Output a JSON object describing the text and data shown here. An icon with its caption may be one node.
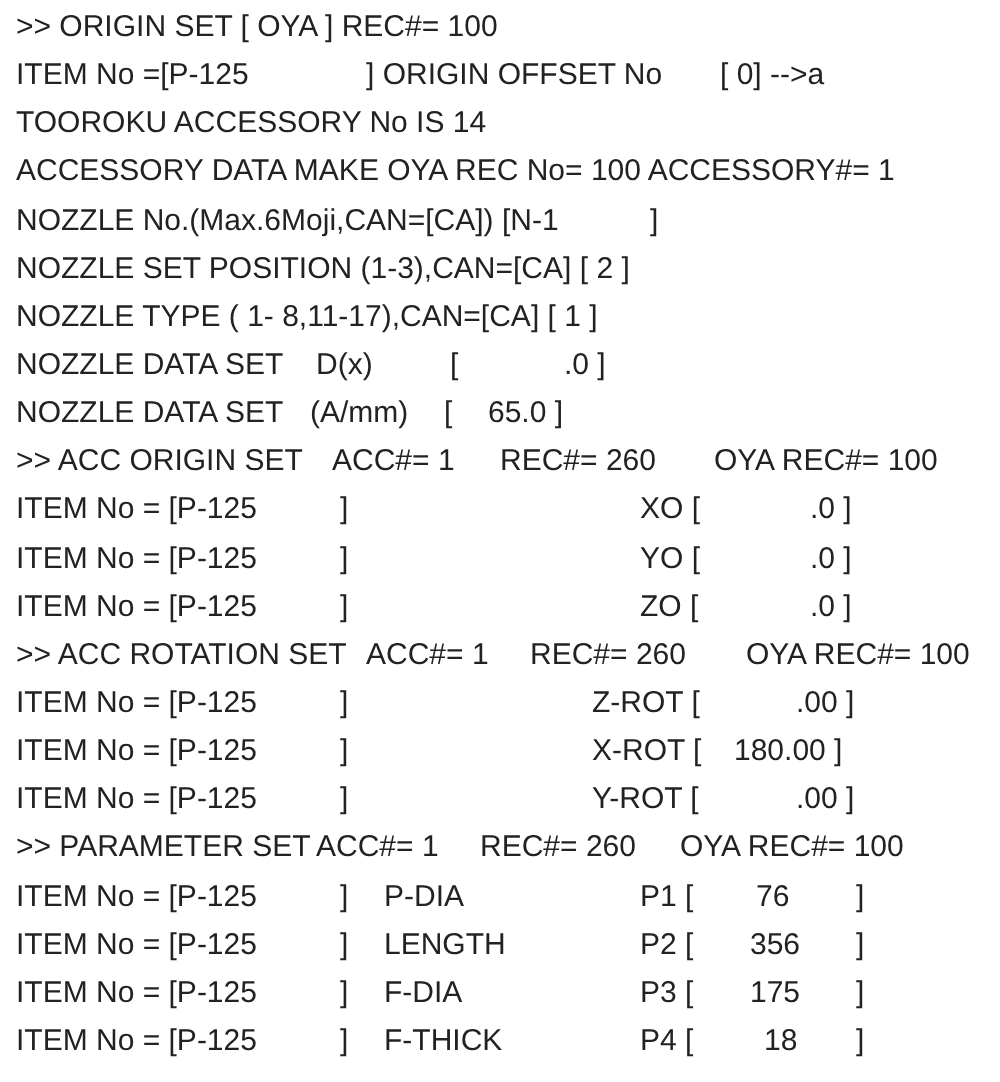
{
  "diagram": {
    "labels": [
      ">> ORIGIN SET [ OYA ] REC#= 100",
      "ITEM No =[P-125",
      "] ORIGIN OFFSET No",
      "[ 0] -->a",
      "TOOROKU ACCESSORY No IS 14",
      "ACCESSORY DATA MAKE OYA REC No= 100 ACCESSORY#= 1",
      "NOZZLE No.(Max.6Moji,CAN=[CA]) [N-1",
      "]",
      "NOZZLE SET POSITION (1-3),CAN=[CA] [ 2 ]",
      "NOZZLE TYPE ( 1- 8,11-17),CAN=[CA] [ 1 ]",
      "NOZZLE DATA SET",
      "D(x)",
      "[",
      ".0 ]",
      "NOZZLE DATA SET",
      "(A/mm)",
      "[",
      "65.0 ]",
      ">> ACC ORIGIN SET",
      "ACC#= 1",
      "REC#= 260",
      "OYA REC#= 100",
      "ITEM No = [P-125",
      "]",
      "XO [",
      ".0 ]",
      "ITEM No = [P-125",
      "]",
      "YO [",
      ".0 ]",
      "ITEM No = [P-125",
      "]",
      "ZO [",
      ".0 ]",
      ">> ACC ROTATION SET",
      "ACC#= 1",
      "REC#= 260",
      "OYA REC#= 100",
      "ITEM No = [P-125",
      "]",
      "Z-ROT [",
      ".00 ]",
      "ITEM No = [P-125",
      "]",
      "X-ROT [",
      "180.00 ]",
      "ITEM No = [P-125",
      "]",
      "Y-ROT [",
      ".00 ]",
      ">> PARAMETER SET",
      "ACC#= 1",
      "REC#= 260",
      "OYA REC#= 100",
      "ITEM No = [P-125",
      "]",
      "P-DIA",
      "P1 [",
      "76",
      "]",
      "ITEM No = [P-125",
      "]",
      "LENGTH",
      "P2 [",
      "356",
      "]",
      "ITEM No = [P-125",
      "]",
      "F-DIA",
      "P3 [",
      "175",
      "]",
      "ITEM No = [P-125",
      "]",
      "F-THICK",
      "P4 [",
      "18",
      "]"
    ]
  }
}
